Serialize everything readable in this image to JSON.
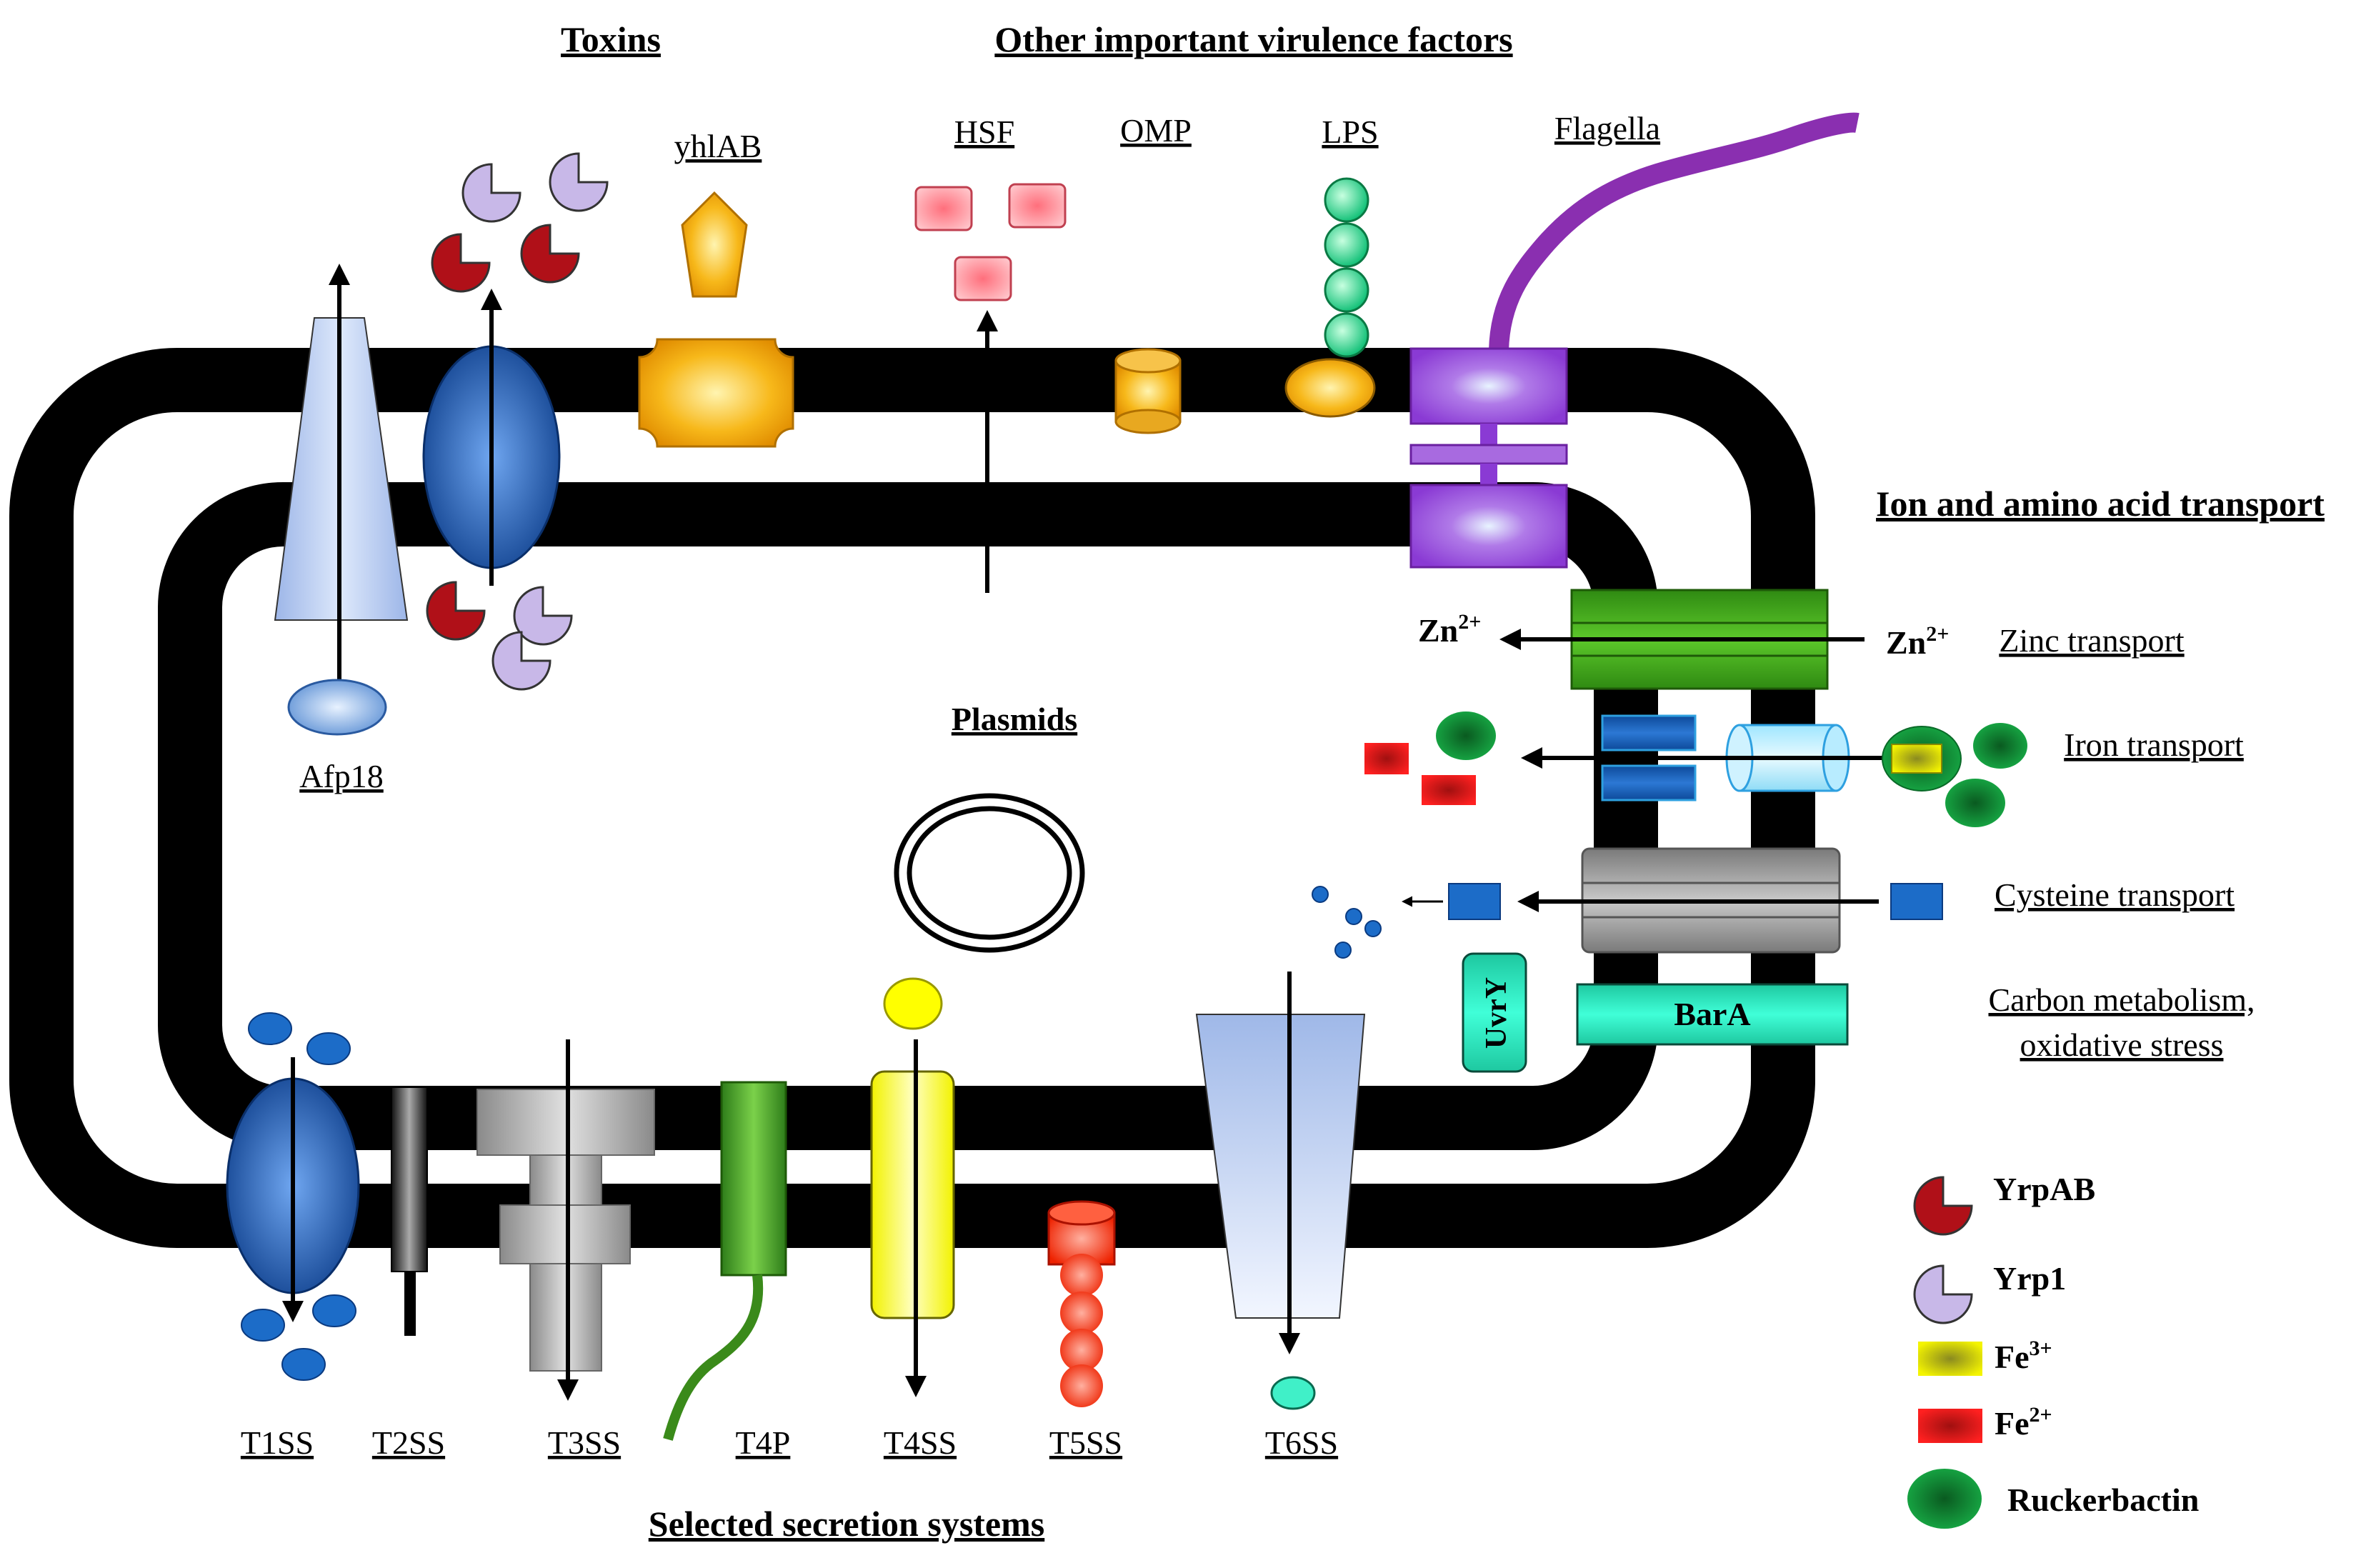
{
  "headings": {
    "toxins": "Toxins",
    "virulence": "Other important virulence factors",
    "ion_transport": "Ion and amino acid transport",
    "plasmids": "Plasmids",
    "secretion": "Selected secretion systems"
  },
  "factors": {
    "yhlab": "yhlAB",
    "hsf": "HSF",
    "omp": "OMP",
    "lps": "LPS",
    "flagella": "Flagella",
    "afp18": "Afp18"
  },
  "transport": {
    "zinc": "Zinc transport",
    "iron": "Iron transport",
    "cysteine": "Cysteine transport",
    "carbon_line1": "Carbon metabolism,",
    "carbon_line2": "oxidative stress",
    "zn_in": "Zn",
    "zn_out": "Zn",
    "zn_charge": "2+",
    "uvry": "UvrY",
    "bara": "BarA"
  },
  "secretion_systems": [
    "T1SS",
    "T2SS",
    "T3SS",
    "T4P",
    "T4SS",
    "T5SS",
    "T6SS"
  ],
  "legend": [
    {
      "label": "YrpAB",
      "sup": "",
      "icon": "yrpab-pacman-icon",
      "color": "#b01018"
    },
    {
      "label": "Yrp1",
      "sup": "",
      "icon": "yrp1-pacman-icon",
      "color": "#c8b8e8"
    },
    {
      "label": "Fe",
      "sup": "3+",
      "icon": "fe3-square-icon",
      "color": "#f4f400"
    },
    {
      "label": "Fe",
      "sup": "2+",
      "icon": "fe2-square-icon",
      "color": "#ee1111"
    },
    {
      "label": "Ruckerbactin",
      "sup": "",
      "icon": "ruckerbactin-oval-icon",
      "color": "#109a40"
    }
  ],
  "colors": {
    "membrane": "#000000",
    "flagella": "#8a2fb0",
    "toxin_transporter": "#1f5bb0",
    "zinc_transporter": "#3a8a1a",
    "bara": "#20d4b0",
    "cysteine_transporter": "#8a8a8a"
  }
}
